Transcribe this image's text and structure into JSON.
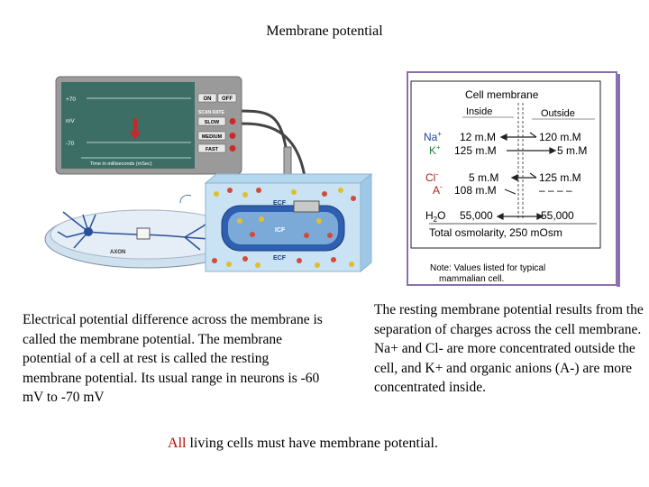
{
  "title": "Membrane potential",
  "apparatus": {
    "screen": {
      "plus70": "+70",
      "mv": "mV",
      "minus70": "-70",
      "time_label": "Time in milliseconds (mSec)"
    },
    "buttons": {
      "on": "ON",
      "off": "OFF",
      "scan_rate": "SCAN RATE",
      "slow": "SLOW",
      "medium": "MEDIUM",
      "fast": "FAST"
    },
    "labels": {
      "ecf_top": "ECF",
      "icf": "ICF",
      "ecf_bottom": "ECF",
      "axon": "AXON"
    }
  },
  "table": {
    "header": "Cell membrane",
    "inside": "Inside",
    "outside": "Outside",
    "rows": [
      {
        "ion": "Na",
        "charge": "+",
        "inside": "12 m.M",
        "outside": "120 m.M"
      },
      {
        "ion": "K",
        "charge": "+",
        "inside": "125 m.M",
        "outside": "5 m.M"
      },
      {
        "ion": "Cl",
        "charge": "-",
        "inside": "5 m.M",
        "outside": "125 m.M"
      },
      {
        "ion": "A",
        "charge": "-",
        "inside": "108 m.M",
        "outside": "– – – –"
      },
      {
        "ion": "H",
        "sub": "2",
        "ion_end": "O",
        "inside": "55,000",
        "outside": "55,000"
      }
    ],
    "total": "Total osmolarity, 250 mOsm",
    "note_line1": "Note: Values listed for typical",
    "note_line2": "mammalian cell."
  },
  "left_text": "Electrical potential difference across the membrane is called the membrane potential. The membrane potential of a cell at rest is called the resting membrane potential. Its usual range in neurons is -60 mV to -70 mV",
  "right_text": "The resting membrane potential results from the separation of charges across the cell membrane. Na+ and Cl- are more concentrated outside the cell, and K+ and organic anions (A-) are more concentrated inside.",
  "footer": {
    "highlight": "All",
    "rest": " living cells must have membrane potential."
  },
  "colors": {
    "red": "#c00000",
    "screen": "#3c6e66",
    "frame": "#8c8c8c",
    "table_border": "#8a70b0"
  }
}
